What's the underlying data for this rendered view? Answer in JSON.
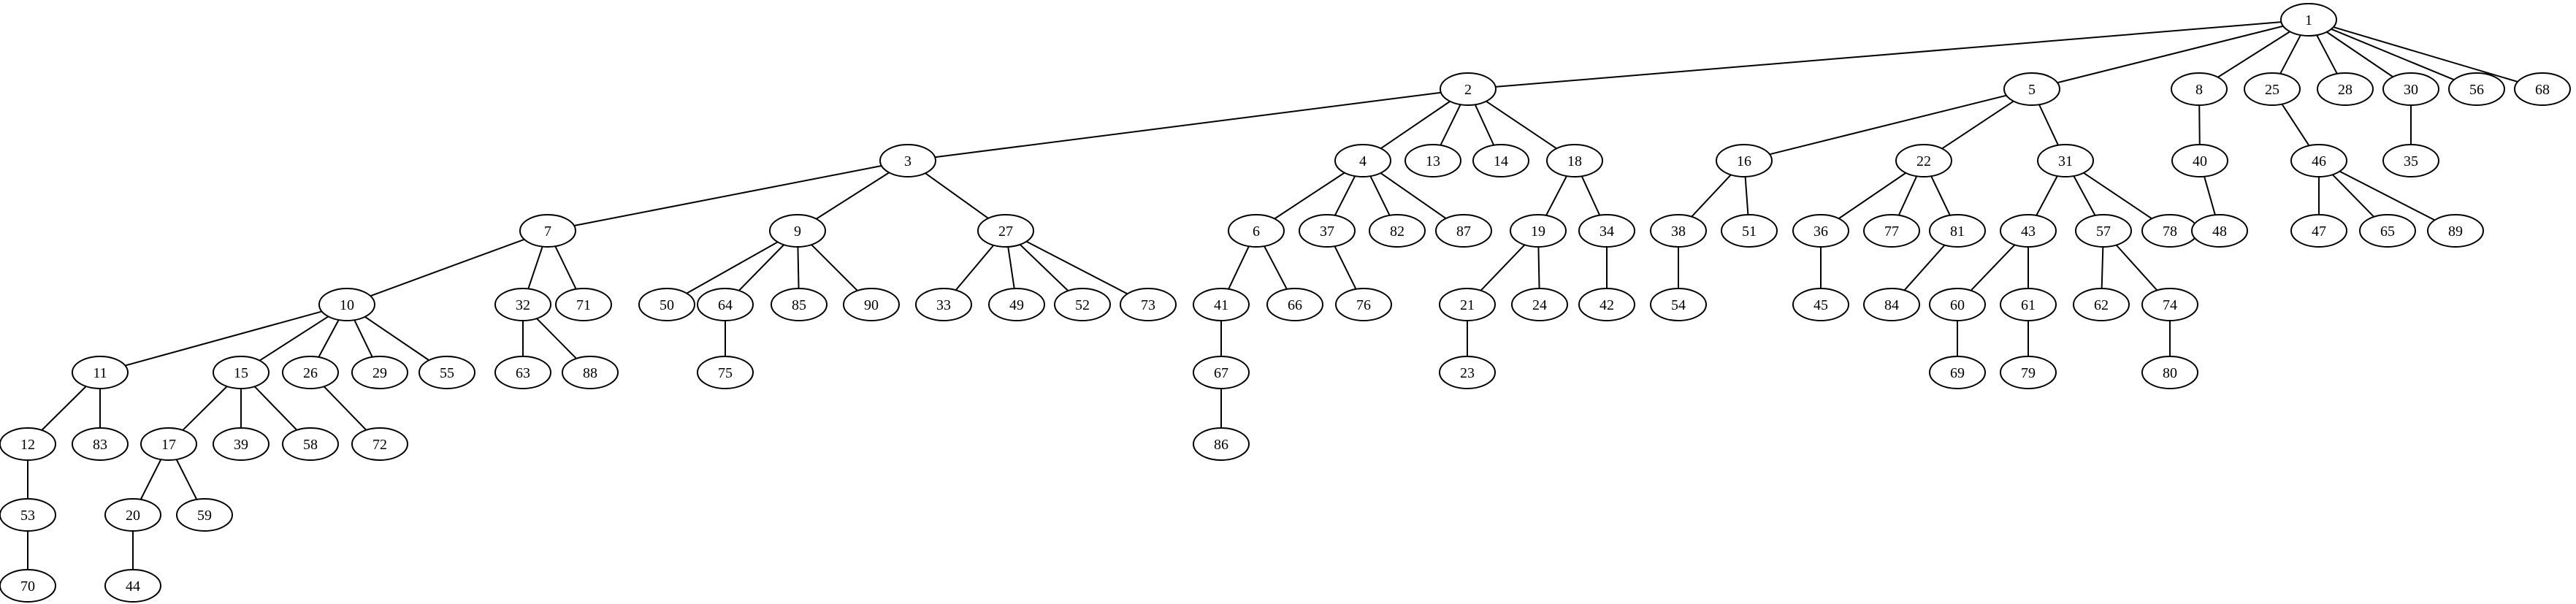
{
  "nodes": [
    {
      "id": "1",
      "label": "1"
    },
    {
      "id": "2",
      "label": "2"
    },
    {
      "id": "5",
      "label": "5"
    },
    {
      "id": "8",
      "label": "8"
    },
    {
      "id": "25",
      "label": "25"
    },
    {
      "id": "28",
      "label": "28"
    },
    {
      "id": "30",
      "label": "30"
    },
    {
      "id": "56",
      "label": "56"
    },
    {
      "id": "68",
      "label": "68"
    },
    {
      "id": "3",
      "label": "3"
    },
    {
      "id": "4",
      "label": "4"
    },
    {
      "id": "13",
      "label": "13"
    },
    {
      "id": "14",
      "label": "14"
    },
    {
      "id": "18",
      "label": "18"
    },
    {
      "id": "16",
      "label": "16"
    },
    {
      "id": "22",
      "label": "22"
    },
    {
      "id": "31",
      "label": "31"
    },
    {
      "id": "40",
      "label": "40"
    },
    {
      "id": "46",
      "label": "46"
    },
    {
      "id": "35",
      "label": "35"
    },
    {
      "id": "7",
      "label": "7"
    },
    {
      "id": "9",
      "label": "9"
    },
    {
      "id": "27",
      "label": "27"
    },
    {
      "id": "6",
      "label": "6"
    },
    {
      "id": "37",
      "label": "37"
    },
    {
      "id": "82",
      "label": "82"
    },
    {
      "id": "87",
      "label": "87"
    },
    {
      "id": "19",
      "label": "19"
    },
    {
      "id": "34",
      "label": "34"
    },
    {
      "id": "38",
      "label": "38"
    },
    {
      "id": "51",
      "label": "51"
    },
    {
      "id": "36",
      "label": "36"
    },
    {
      "id": "77",
      "label": "77"
    },
    {
      "id": "81",
      "label": "81"
    },
    {
      "id": "43",
      "label": "43"
    },
    {
      "id": "57",
      "label": "57"
    },
    {
      "id": "78",
      "label": "78"
    },
    {
      "id": "48",
      "label": "48"
    },
    {
      "id": "47",
      "label": "47"
    },
    {
      "id": "65",
      "label": "65"
    },
    {
      "id": "89",
      "label": "89"
    },
    {
      "id": "10",
      "label": "10"
    },
    {
      "id": "32",
      "label": "32"
    },
    {
      "id": "71",
      "label": "71"
    },
    {
      "id": "50",
      "label": "50"
    },
    {
      "id": "64",
      "label": "64"
    },
    {
      "id": "85",
      "label": "85"
    },
    {
      "id": "90",
      "label": "90"
    },
    {
      "id": "33",
      "label": "33"
    },
    {
      "id": "49",
      "label": "49"
    },
    {
      "id": "52",
      "label": "52"
    },
    {
      "id": "73",
      "label": "73"
    },
    {
      "id": "41",
      "label": "41"
    },
    {
      "id": "66",
      "label": "66"
    },
    {
      "id": "76",
      "label": "76"
    },
    {
      "id": "21",
      "label": "21"
    },
    {
      "id": "24",
      "label": "24"
    },
    {
      "id": "42",
      "label": "42"
    },
    {
      "id": "54",
      "label": "54"
    },
    {
      "id": "45",
      "label": "45"
    },
    {
      "id": "84",
      "label": "84"
    },
    {
      "id": "60",
      "label": "60"
    },
    {
      "id": "61",
      "label": "61"
    },
    {
      "id": "62",
      "label": "62"
    },
    {
      "id": "74",
      "label": "74"
    },
    {
      "id": "11",
      "label": "11"
    },
    {
      "id": "15",
      "label": "15"
    },
    {
      "id": "26",
      "label": "26"
    },
    {
      "id": "29",
      "label": "29"
    },
    {
      "id": "55",
      "label": "55"
    },
    {
      "id": "63",
      "label": "63"
    },
    {
      "id": "88",
      "label": "88"
    },
    {
      "id": "75",
      "label": "75"
    },
    {
      "id": "67",
      "label": "67"
    },
    {
      "id": "23",
      "label": "23"
    },
    {
      "id": "69",
      "label": "69"
    },
    {
      "id": "79",
      "label": "79"
    },
    {
      "id": "80",
      "label": "80"
    },
    {
      "id": "12",
      "label": "12"
    },
    {
      "id": "83",
      "label": "83"
    },
    {
      "id": "17",
      "label": "17"
    },
    {
      "id": "39",
      "label": "39"
    },
    {
      "id": "58",
      "label": "58"
    },
    {
      "id": "72",
      "label": "72"
    },
    {
      "id": "86",
      "label": "86"
    },
    {
      "id": "53",
      "label": "53"
    },
    {
      "id": "20",
      "label": "20"
    },
    {
      "id": "59",
      "label": "59"
    },
    {
      "id": "70",
      "label": "70"
    },
    {
      "id": "44",
      "label": "44"
    }
  ],
  "edges": [
    [
      "1",
      "2"
    ],
    [
      "1",
      "5"
    ],
    [
      "1",
      "8"
    ],
    [
      "1",
      "25"
    ],
    [
      "1",
      "28"
    ],
    [
      "1",
      "30"
    ],
    [
      "1",
      "56"
    ],
    [
      "1",
      "68"
    ],
    [
      "2",
      "3"
    ],
    [
      "2",
      "4"
    ],
    [
      "2",
      "13"
    ],
    [
      "2",
      "14"
    ],
    [
      "2",
      "18"
    ],
    [
      "5",
      "16"
    ],
    [
      "5",
      "22"
    ],
    [
      "5",
      "31"
    ],
    [
      "8",
      "40"
    ],
    [
      "25",
      "46"
    ],
    [
      "30",
      "35"
    ],
    [
      "3",
      "7"
    ],
    [
      "3",
      "9"
    ],
    [
      "3",
      "27"
    ],
    [
      "4",
      "6"
    ],
    [
      "4",
      "37"
    ],
    [
      "4",
      "82"
    ],
    [
      "4",
      "87"
    ],
    [
      "18",
      "19"
    ],
    [
      "18",
      "34"
    ],
    [
      "16",
      "38"
    ],
    [
      "16",
      "51"
    ],
    [
      "22",
      "36"
    ],
    [
      "22",
      "77"
    ],
    [
      "22",
      "81"
    ],
    [
      "31",
      "43"
    ],
    [
      "31",
      "57"
    ],
    [
      "31",
      "78"
    ],
    [
      "40",
      "48"
    ],
    [
      "46",
      "47"
    ],
    [
      "46",
      "65"
    ],
    [
      "46",
      "89"
    ],
    [
      "7",
      "10"
    ],
    [
      "7",
      "32"
    ],
    [
      "7",
      "71"
    ],
    [
      "9",
      "50"
    ],
    [
      "9",
      "64"
    ],
    [
      "9",
      "85"
    ],
    [
      "9",
      "90"
    ],
    [
      "27",
      "33"
    ],
    [
      "27",
      "49"
    ],
    [
      "27",
      "52"
    ],
    [
      "27",
      "73"
    ],
    [
      "6",
      "41"
    ],
    [
      "6",
      "66"
    ],
    [
      "37",
      "76"
    ],
    [
      "19",
      "21"
    ],
    [
      "19",
      "24"
    ],
    [
      "34",
      "42"
    ],
    [
      "38",
      "54"
    ],
    [
      "36",
      "45"
    ],
    [
      "81",
      "84"
    ],
    [
      "43",
      "60"
    ],
    [
      "43",
      "61"
    ],
    [
      "57",
      "62"
    ],
    [
      "57",
      "74"
    ],
    [
      "10",
      "11"
    ],
    [
      "10",
      "15"
    ],
    [
      "10",
      "26"
    ],
    [
      "10",
      "29"
    ],
    [
      "10",
      "55"
    ],
    [
      "32",
      "63"
    ],
    [
      "32",
      "88"
    ],
    [
      "64",
      "75"
    ],
    [
      "41",
      "67"
    ],
    [
      "21",
      "23"
    ],
    [
      "60",
      "69"
    ],
    [
      "61",
      "79"
    ],
    [
      "74",
      "80"
    ],
    [
      "11",
      "12"
    ],
    [
      "11",
      "83"
    ],
    [
      "15",
      "17"
    ],
    [
      "15",
      "39"
    ],
    [
      "15",
      "58"
    ],
    [
      "26",
      "72"
    ],
    [
      "67",
      "86"
    ],
    [
      "12",
      "53"
    ],
    [
      "17",
      "20"
    ],
    [
      "17",
      "59"
    ],
    [
      "53",
      "70"
    ],
    [
      "20",
      "44"
    ]
  ]
}
